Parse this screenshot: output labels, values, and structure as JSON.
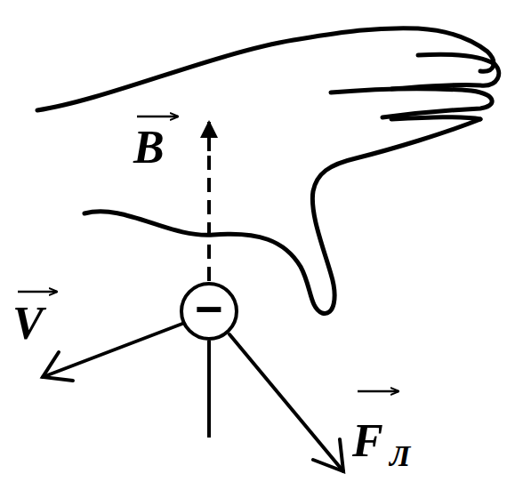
{
  "diagram": {
    "nodes": [
      {
        "text": [
          "−"
        ]
      }
    ],
    "labels": [
      "B",
      "V",
      "F",
      "Л"
    ]
  }
}
